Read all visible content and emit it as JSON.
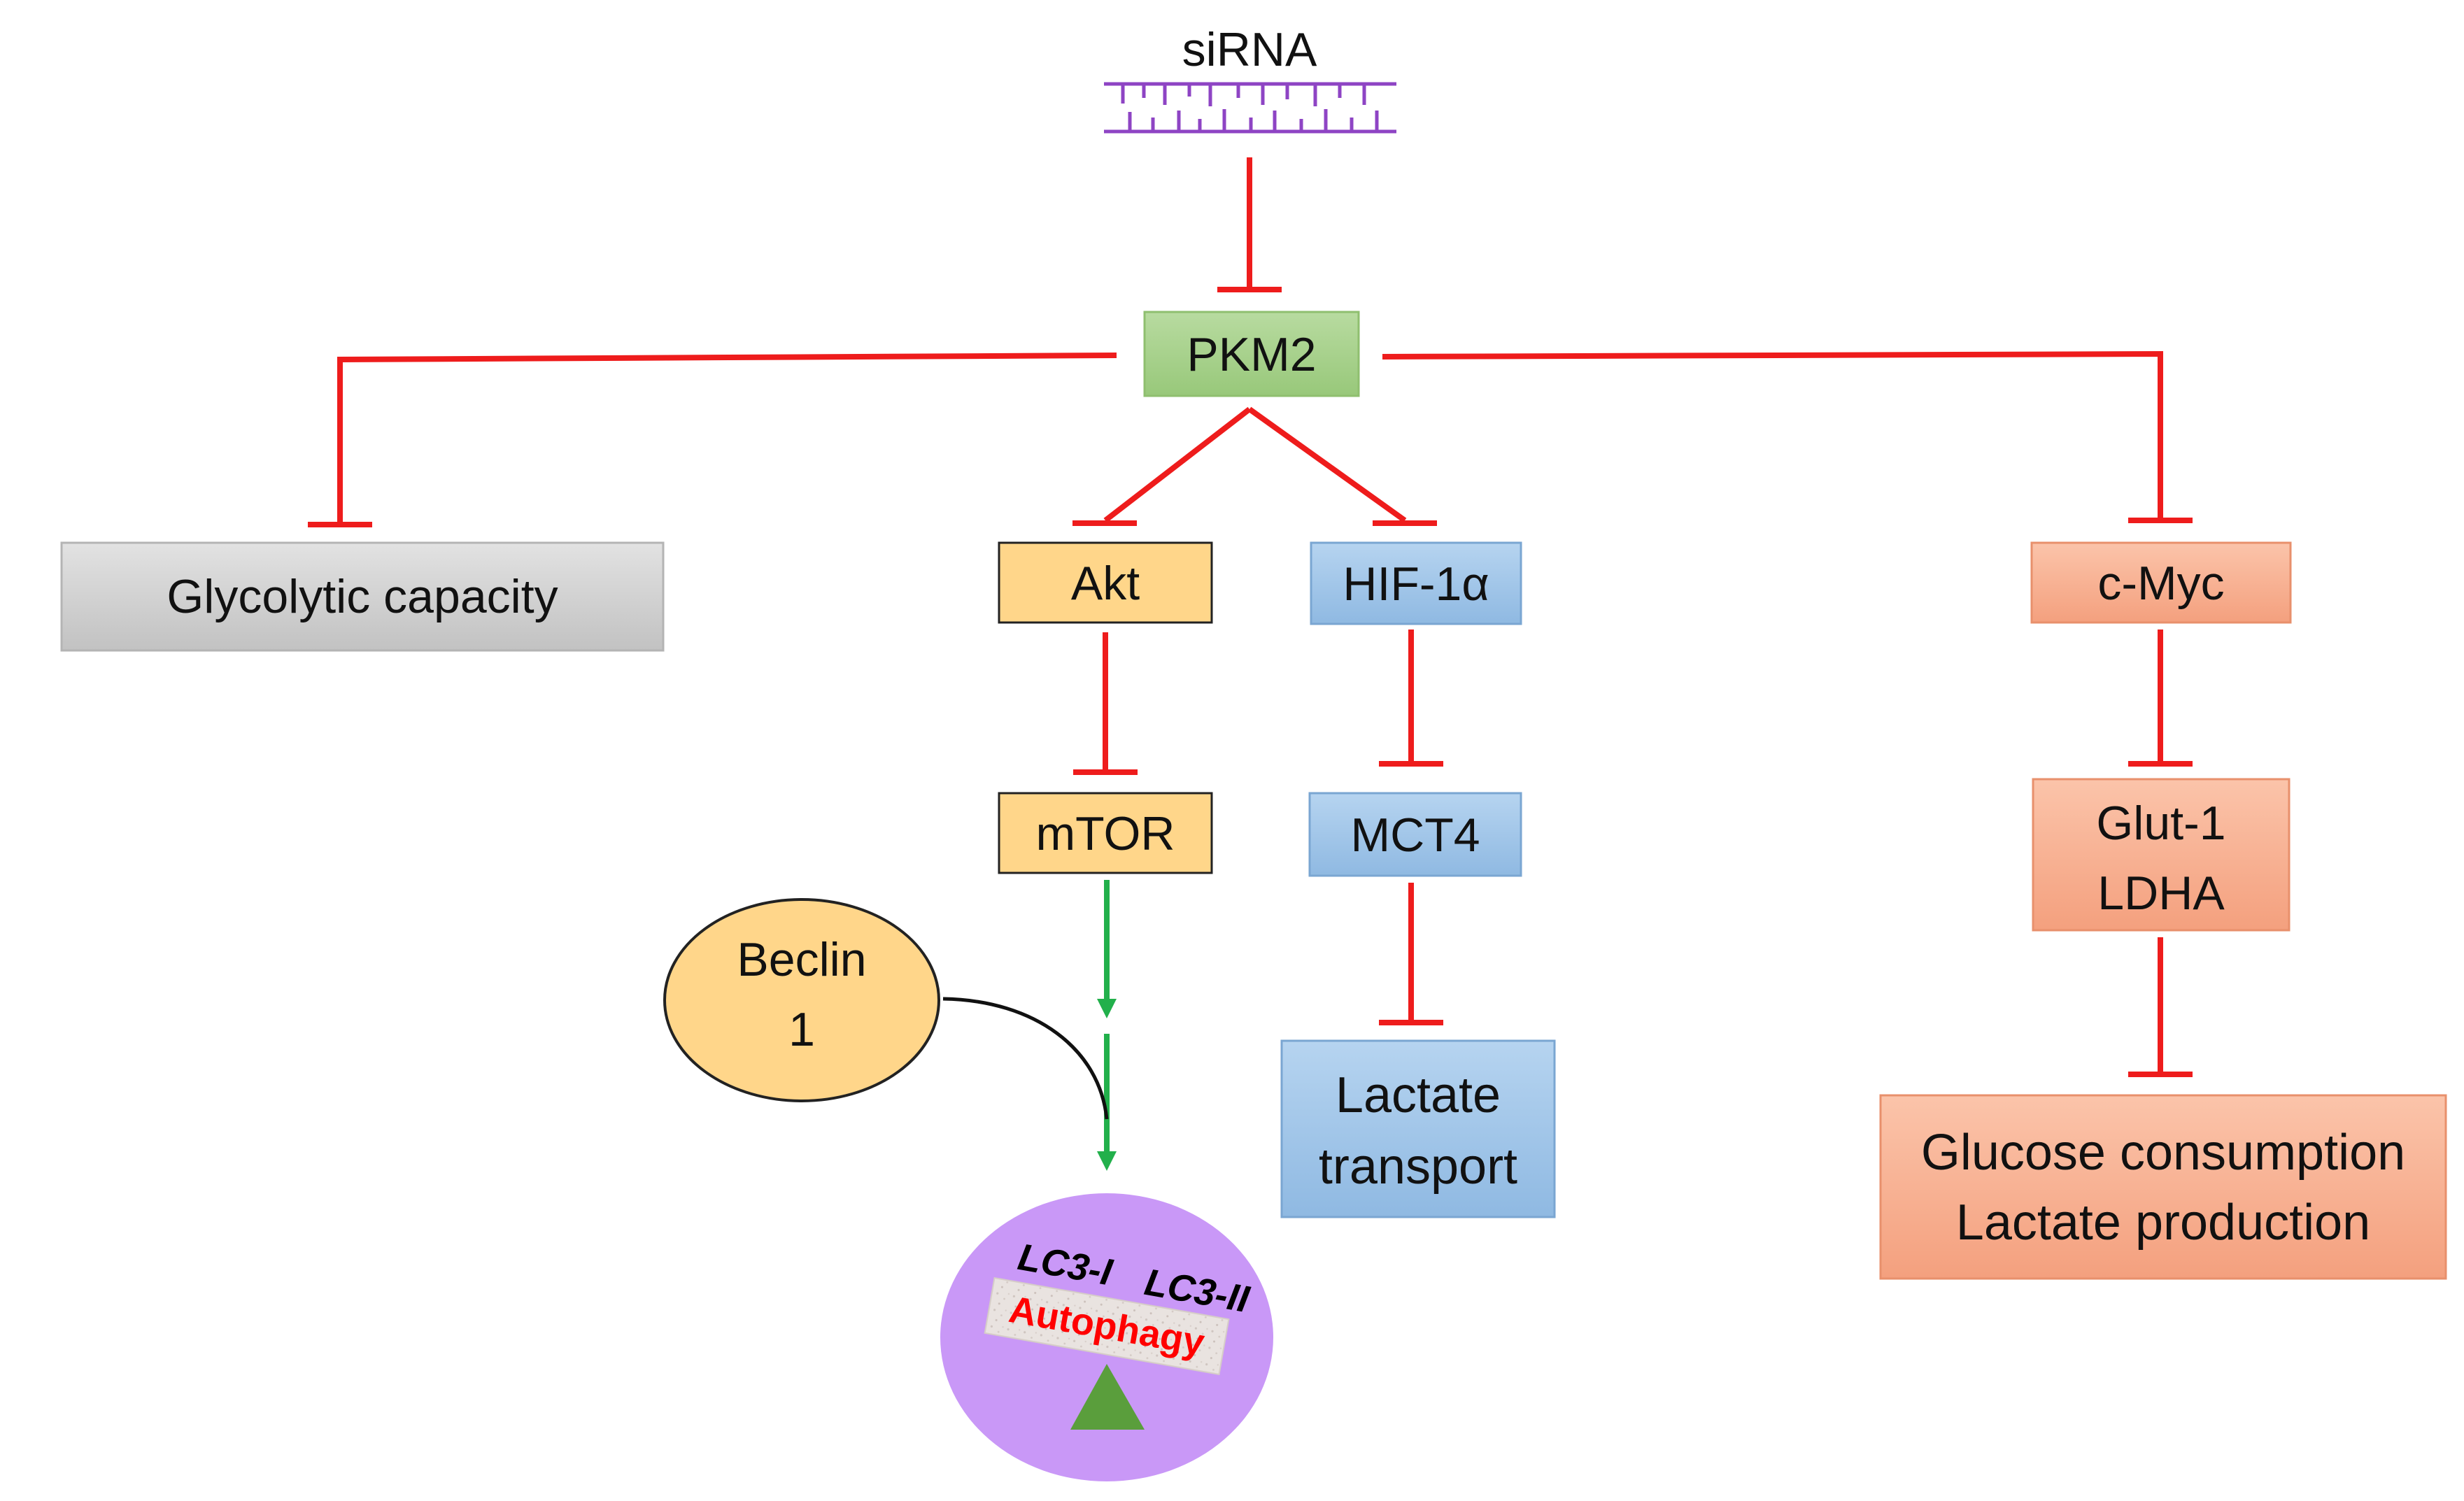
{
  "nodes": {
    "sirna": "siRNA",
    "pkm2": "PKM2",
    "glycolytic": "Glycolytic capacity",
    "akt": "Akt",
    "hif": "HIF-1α",
    "cmyc": "c-Myc",
    "mtor": "mTOR",
    "mct4": "MCT4",
    "glut_line1": "Glut-1",
    "glut_line2": "LDHA",
    "beclin_line1": "Beclin",
    "beclin_line2": "1",
    "lactate_line1": "Lactate",
    "lactate_line2": "transport",
    "glucose_line1": "Glucose consumption",
    "glucose_line2": "Lactate production"
  },
  "autophagy": {
    "lc3_i": "LC3-I",
    "lc3_ii": "LC3-II",
    "label": "Autophagy"
  },
  "colors": {
    "inhibition": "#ee1c1c",
    "activation": "#22b04b",
    "pkm2_fill": "#a9d18e",
    "gray_fill": "#d0d0d0",
    "yellow_fill": "#ffd68a",
    "blue_fill": "#9dc3e6",
    "salmon_fill": "#f8b093",
    "purple_fill": "#c998f7",
    "sirna_color": "#8e44c4"
  }
}
